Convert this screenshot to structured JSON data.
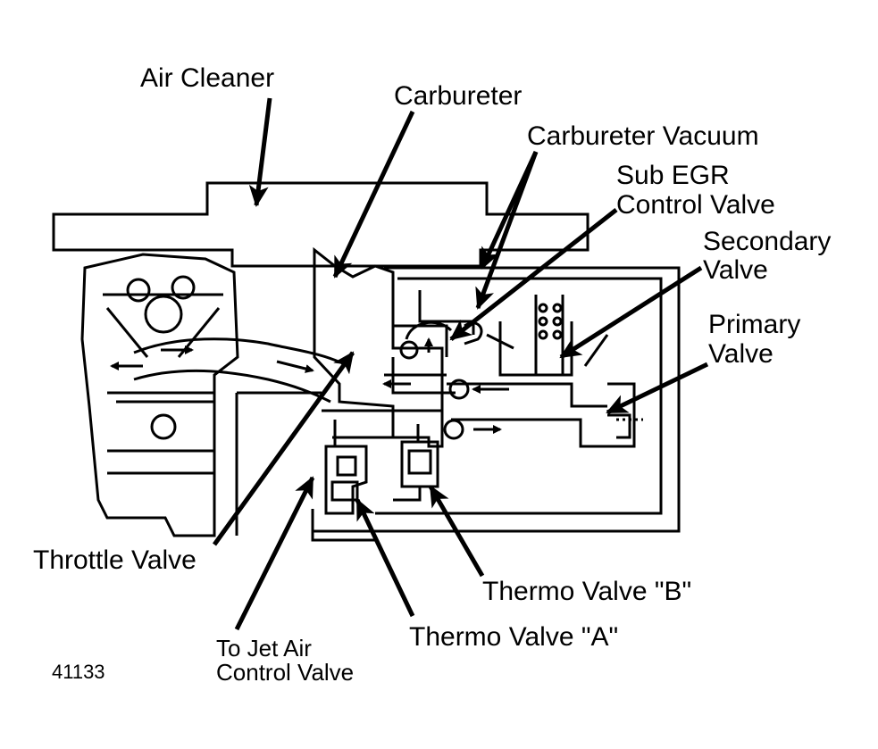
{
  "labels": {
    "air_cleaner": "Air Cleaner",
    "carbureter": "Carbureter",
    "carbureter_vacuum": "Carbureter Vacuum",
    "sub_egr_line1": "Sub EGR",
    "sub_egr_line2": "Control Valve",
    "secondary_line1": "Secondary",
    "secondary_line2": "Valve",
    "primary_line1": "Primary",
    "primary_line2": "Valve",
    "throttle_valve": "Throttle Valve",
    "thermo_b": "Thermo Valve \"B\"",
    "thermo_a": "Thermo Valve \"A\"",
    "jet_air_line1": "To Jet Air",
    "jet_air_line2": "Control Valve"
  },
  "figure_number": "41133"
}
